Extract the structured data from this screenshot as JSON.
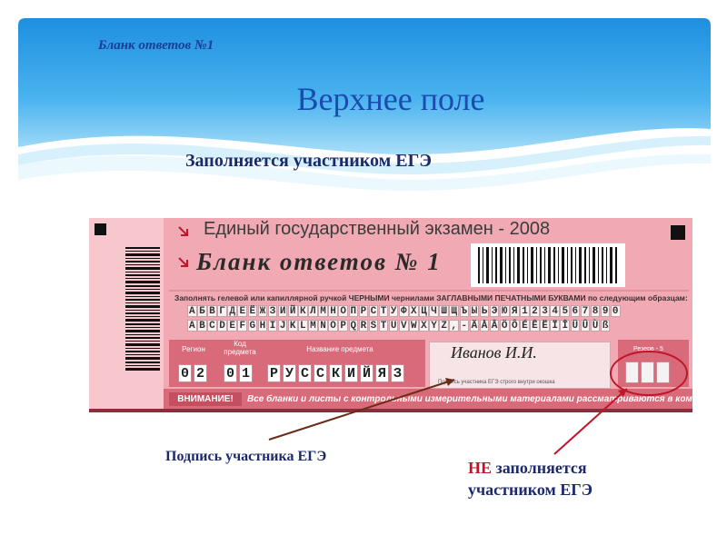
{
  "slide": {
    "subtitle": "Бланк ответов №1",
    "title": "Верхнее поле",
    "subheading": "Заполняется участником ЕГЭ"
  },
  "form": {
    "header_line": "Единый государственный экзамен - 2008",
    "form_title": "Бланк ответов № 1",
    "instruction": "Заполнять гелевой или капиллярной ручкой ЧЕРНЫМИ чернилами ЗАГЛАВНЫМИ ПЕЧАТНЫМИ БУКВАМИ по следующим образцам:",
    "cyrillic_sample": "АБВГДЕЁЖЗИЙКЛМНОПРСТУФХЦЧШЩЪЫЬЭЮЯ1234567890",
    "latin_sample": "ABCDEFGHIJKLMNOPQRSTUVWXYZ,-ÄÅÂÖÔÉÊËÏÎÜÛÙß",
    "labels": {
      "region": "Регион",
      "subject_code": "Код предмета",
      "subject_name": "Название предмета",
      "reserve": "Резерв - 5"
    },
    "region_digits": [
      "0",
      "2"
    ],
    "subject_code_digits": [
      "0",
      "1"
    ],
    "subject_name_chars": [
      "Р",
      "У",
      "С",
      "С",
      "К",
      "И",
      "Й",
      "Я",
      "З"
    ],
    "signature": "Иванов И.И.",
    "signature_note": "Подпись участника ЕГЭ строго внутри окошка",
    "attention_label": "ВНИМАНИЕ!",
    "attention_text": "Все бланки и листы с контрольными измерительными материалами рассматриваются в комплекте."
  },
  "annotations": {
    "signature_label": "Подпись участника ЕГЭ",
    "not_filled_prefix": "НЕ",
    "not_filled_rest": "заполняется участником ЕГЭ"
  },
  "colors": {
    "form_pink": "#f1aab3",
    "form_dark_pink": "#d96a79",
    "title_blue": "#1c4bb0",
    "annotation_red": "#c0152a",
    "arrow_brown": "#6b2b17"
  }
}
